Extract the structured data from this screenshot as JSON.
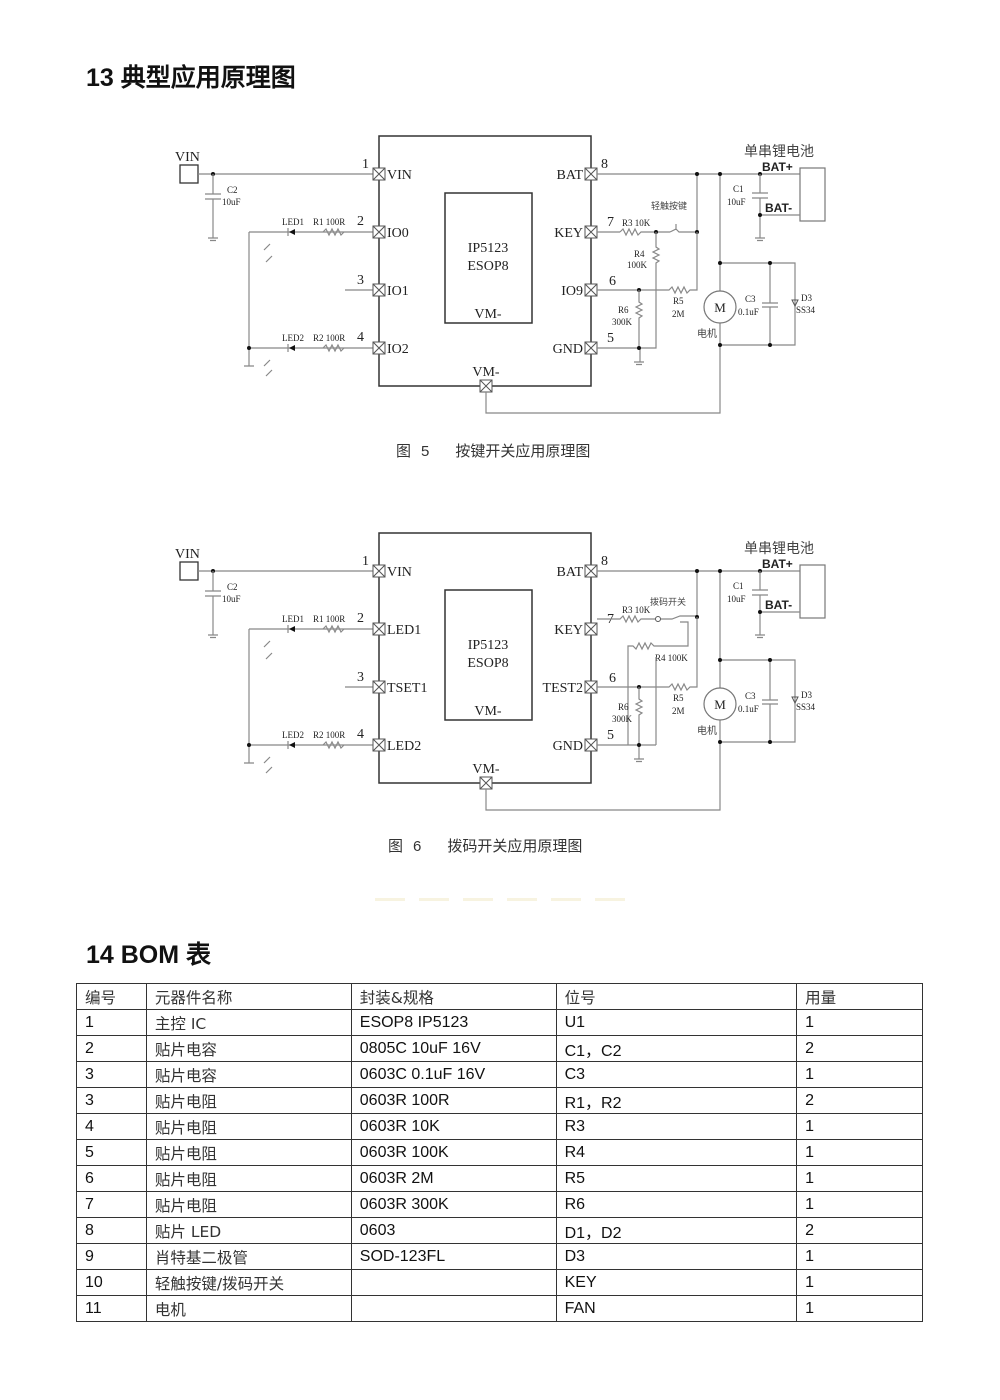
{
  "section13": {
    "title": "13  典型应用原理图"
  },
  "figure5": {
    "caption_prefix": "图",
    "caption_num": "5",
    "caption_text": "按键开关应用原理图",
    "vin_label": "VIN",
    "c2": {
      "ref": "C2",
      "value": "10uF"
    },
    "led1": {
      "label": "LED1",
      "res": "R1 100R"
    },
    "led2": {
      "label": "LED2",
      "res": "R2 100R"
    },
    "chip": {
      "name": "IP5123",
      "package": "ESOP8",
      "pad": "VM-",
      "bottom_pin": "VM-"
    },
    "pins_left": [
      {
        "num": "1",
        "name": "VIN"
      },
      {
        "num": "2",
        "name": "IO0"
      },
      {
        "num": "3",
        "name": "IO1"
      },
      {
        "num": "4",
        "name": "IO2"
      }
    ],
    "pins_right": [
      {
        "num": "8",
        "name": "BAT"
      },
      {
        "num": "7",
        "name": "KEY"
      },
      {
        "num": "6",
        "name": "IO9"
      },
      {
        "num": "5",
        "name": "GND"
      }
    ],
    "switch_label": "轻触按键",
    "r3": "R3 10K",
    "r4_ref": "R4",
    "r4_val": "100K",
    "r5_ref": "R5",
    "r5_val": "2M",
    "r6_ref": "R6",
    "r6_val": "300K",
    "battery_title": "单串锂电池",
    "bat_plus": "BAT+",
    "bat_minus": "BAT-",
    "c1": {
      "ref": "C1",
      "value": "10uF"
    },
    "motor": {
      "symbol": "M",
      "label": "电机"
    },
    "c3": {
      "ref": "C3",
      "value": "0.1uF"
    },
    "d3": {
      "ref": "D3",
      "value": "SS34"
    }
  },
  "figure6": {
    "caption_prefix": "图",
    "caption_num": "6",
    "caption_text": "拨码开关应用原理图",
    "vin_label": "VIN",
    "c2": {
      "ref": "C2",
      "value": "10uF"
    },
    "led1": {
      "label": "LED1",
      "res": "R1 100R"
    },
    "led2": {
      "label": "LED2",
      "res": "R2 100R"
    },
    "chip": {
      "name": "IP5123",
      "package": "ESOP8",
      "pad": "VM-",
      "bottom_pin": "VM-"
    },
    "pins_left": [
      {
        "num": "1",
        "name": "VIN"
      },
      {
        "num": "2",
        "name": "LED1"
      },
      {
        "num": "3",
        "name": "TSET1"
      },
      {
        "num": "4",
        "name": "LED2"
      }
    ],
    "pins_right": [
      {
        "num": "8",
        "name": "BAT"
      },
      {
        "num": "7",
        "name": "KEY"
      },
      {
        "num": "6",
        "name": "TEST2"
      },
      {
        "num": "5",
        "name": "GND"
      }
    ],
    "switch_label": "拨码开关",
    "r3": "R3 10K",
    "r4": "R4 100K",
    "r5_ref": "R5",
    "r5_val": "2M",
    "r6_ref": "R6",
    "r6_val": "300K",
    "battery_title": "单串锂电池",
    "bat_plus": "BAT+",
    "bat_minus": "BAT-",
    "c1": {
      "ref": "C1",
      "value": "10uF"
    },
    "motor": {
      "symbol": "M",
      "label": "电机"
    },
    "c3": {
      "ref": "C3",
      "value": "0.1uF"
    },
    "d3": {
      "ref": "D3",
      "value": "SS34"
    }
  },
  "section14": {
    "title": "14 BOM 表"
  },
  "bom": {
    "headers": [
      "编号",
      "元器件名称",
      "封装&规格",
      "位号",
      "用量"
    ],
    "rows": [
      [
        "1",
        "主控 IC",
        "ESOP8 IP5123",
        "U1",
        "1"
      ],
      [
        "2",
        "贴片电容",
        "0805C 10uF 16V",
        "C1，C2",
        "2"
      ],
      [
        "3",
        "贴片电容",
        "0603C 0.1uF 16V",
        "C3",
        "1"
      ],
      [
        "3",
        "贴片电阻",
        "0603R 100R",
        "R1，R2",
        "2"
      ],
      [
        "4",
        "贴片电阻",
        "0603R 10K",
        "R3",
        "1"
      ],
      [
        "5",
        "贴片电阻",
        "0603R 100K",
        "R4",
        "1"
      ],
      [
        "6",
        "贴片电阻",
        "0603R 2M",
        "R5",
        "1"
      ],
      [
        "7",
        "贴片电阻",
        "0603R 300K",
        "R6",
        "1"
      ],
      [
        "8",
        "贴片 LED",
        "0603",
        "D1，D2",
        "2"
      ],
      [
        "9",
        "肖特基二极管",
        "SOD-123FL",
        "D3",
        "1"
      ],
      [
        "10",
        "轻触按键/拨码开关",
        "",
        "KEY",
        "1"
      ],
      [
        "11",
        "电机",
        "",
        "FAN",
        "1"
      ]
    ]
  }
}
